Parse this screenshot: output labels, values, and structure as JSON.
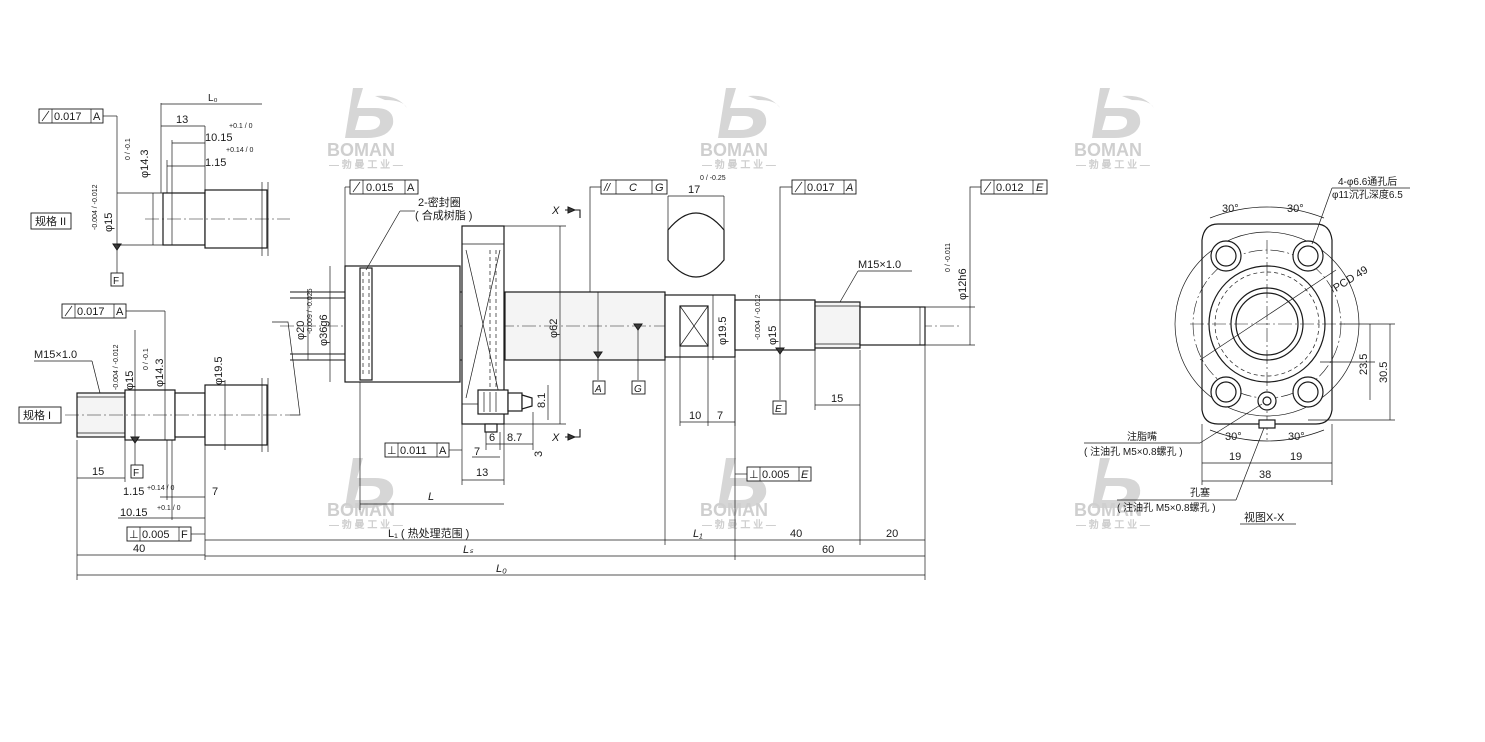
{
  "watermark": {
    "brand": "BOMAN",
    "subtitle": "— 勃 曼 工 业 —"
  },
  "tolerances": {
    "runout_0017_a": "0.017",
    "runout_0015_a": "0.015",
    "runout_0012_e": "0.012",
    "runout_0017_right_a": "0.017",
    "perp_0011_a": "0.011",
    "perp_0005_e": "0.005",
    "perp_0005_f": "0.005",
    "parallel_c_g": "C",
    "datum_a": "A",
    "datum_e": "E",
    "datum_f": "F",
    "datum_g": "G"
  },
  "spec_labels": {
    "spec_2": "规格 II",
    "spec_1": "规格 I"
  },
  "left_end": {
    "lo": "L₀",
    "d13": "13",
    "d1015": "10.15",
    "d1015_tol": "+0.1 / 0",
    "d115": "1.15",
    "d115_tol": "+0.14 / 0",
    "phi143": "φ14.3",
    "phi143_tol": "0 / -0.1",
    "phi15": "φ15",
    "phi15_tol": "-0.004 / -0.012",
    "phi195": "φ19.5",
    "m15": "M15×1.0",
    "d15": "15",
    "d7": "7",
    "d40": "40"
  },
  "nut": {
    "seal_label": "2-密封圈",
    "seal_sub": "( 合成树脂 )",
    "phi20": "φ20",
    "phi36": "φ36g6",
    "phi36_tol": "-0.009 / -0.025",
    "phi62": "φ62",
    "x_mark": "X",
    "d81": "8.1",
    "d6": "6",
    "d87": "8.7",
    "d7": "7",
    "d3": "3",
    "d13": "13",
    "L": "L"
  },
  "shaft": {
    "d17": "17",
    "d17_tol": "0 / -0.25",
    "phi195": "φ19.5",
    "d10": "10",
    "d7": "7"
  },
  "right_end": {
    "m15": "M15×1.0",
    "phi15": "φ15",
    "phi15_tol": "-0.004 / -0.012",
    "phi12": "φ12h6",
    "phi12_tol": "0 / -0.011",
    "d15": "15",
    "d40": "40",
    "d60": "60",
    "d20": "20"
  },
  "bottom_dims": {
    "l1_heat": "L₁ ( 热处理范围 )",
    "l1": "L₁",
    "ls": "Lₛ",
    "lo": "L₀"
  },
  "flange_view": {
    "holes_1": "4-φ6.6通孔后",
    "holes_2": "φ11沉孔深度6.5",
    "pcd": "PCD 49",
    "a30": "30°",
    "d235": "23.5",
    "d305": "30.5",
    "d19a": "19",
    "d19b": "19",
    "d38": "38",
    "grease_1": "注脂嘴",
    "grease_2": "( 注油孔 M5×0.8螺孔 )",
    "plug_1": "孔塞",
    "plug_2": "( 注油孔 M5×0.8螺孔 )",
    "view": "视图X-X"
  }
}
